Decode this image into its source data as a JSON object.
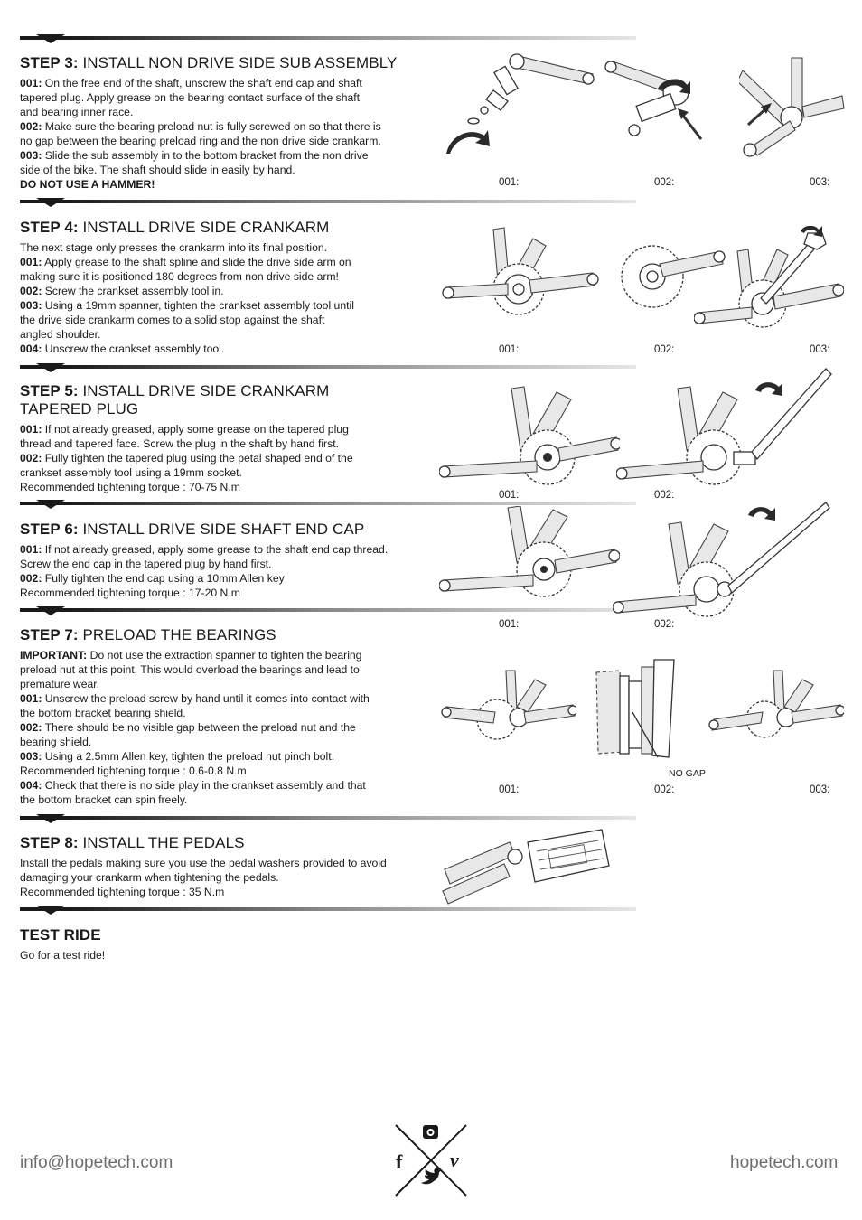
{
  "steps": {
    "s3": {
      "num": "STEP 3:",
      "title": "INSTALL NON DRIVE SIDE SUB ASSEMBLY",
      "lines": [
        {
          "b": "001:",
          "t": " On the free end of the shaft, unscrew the shaft end cap and shaft"
        },
        {
          "b": "",
          "t": "tapered plug. Apply grease on the bearing contact surface of the shaft"
        },
        {
          "b": "",
          "t": "and bearing inner race."
        },
        {
          "b": "002:",
          "t": " Make sure the bearing preload nut is fully screwed on so that there is"
        },
        {
          "b": "",
          "t": "no gap between the bearing preload ring and the non drive side crankarm."
        },
        {
          "b": "003:",
          "t": " Slide the sub assembly in to the bottom bracket from the non drive"
        },
        {
          "b": "",
          "t": "side of the bike. The shaft should slide in easily by hand."
        },
        {
          "b": "DO NOT USE A HAMMER!",
          "t": ""
        }
      ],
      "fig_labels": [
        "001:",
        "002:",
        "003:"
      ]
    },
    "s4": {
      "num": "STEP 4:",
      "title": "INSTALL DRIVE SIDE CRANKARM",
      "lines": [
        {
          "b": "",
          "t": "The next stage only presses the crankarm into its final position."
        },
        {
          "b": "001:",
          "t": " Apply grease to the shaft spline and slide the drive side arm on"
        },
        {
          "b": "",
          "t": "making sure it is positioned 180 degrees from non drive side arm!"
        },
        {
          "b": "002:",
          "t": " Screw the crankset assembly tool in."
        },
        {
          "b": "003:",
          "t": " Using a 19mm spanner, tighten the crankset assembly tool until"
        },
        {
          "b": "",
          "t": "the drive side crankarm comes to a solid stop against the shaft"
        },
        {
          "b": "",
          "t": "angled shoulder."
        },
        {
          "b": "004:",
          "t": " Unscrew the crankset assembly tool."
        }
      ],
      "fig_labels": [
        "001:",
        "002:",
        "003:"
      ]
    },
    "s5": {
      "num": "STEP 5:",
      "title": "INSTALL DRIVE SIDE CRANKARM",
      "title2": "TAPERED PLUG",
      "lines": [
        {
          "b": "001:",
          "t": " If not already greased, apply some grease on the tapered plug"
        },
        {
          "b": "",
          "t": "thread and tapered face. Screw the plug in the shaft by hand first."
        },
        {
          "b": "002:",
          "t": " Fully tighten the tapered plug using the petal shaped end of the"
        },
        {
          "b": "",
          "t": "crankset assembly tool using a 19mm socket."
        },
        {
          "b": "",
          "t": "Recommended tightening torque : 70-75 N.m"
        }
      ],
      "fig_labels": [
        "001:",
        "002:"
      ]
    },
    "s6": {
      "num": "STEP 6:",
      "title": "INSTALL DRIVE SIDE SHAFT END CAP",
      "lines": [
        {
          "b": "001:",
          "t": " If not already greased, apply some grease to the shaft end cap thread."
        },
        {
          "b": "",
          "t": "Screw the end cap in the tapered plug by hand first."
        },
        {
          "b": "002:",
          "t": " Fully tighten the end cap using a 10mm Allen key"
        },
        {
          "b": "",
          "t": "Recommended tightening torque : 17-20 N.m"
        }
      ],
      "fig_labels": [
        "001:",
        "002:"
      ]
    },
    "s7": {
      "num": "STEP 7:",
      "title": "PRELOAD THE BEARINGS",
      "lines": [
        {
          "b": "IMPORTANT:",
          "t": " Do not use the extraction spanner to tighten the bearing"
        },
        {
          "b": "",
          "t": "preload nut at this point. This would overload the bearings and lead to"
        },
        {
          "b": "",
          "t": "premature wear."
        },
        {
          "b": "001:",
          "t": " Unscrew the preload screw by hand until it comes into contact with"
        },
        {
          "b": "",
          "t": "the bottom bracket bearing shield."
        },
        {
          "b": "002:",
          "t": " There should be no visible gap between the preload nut and the"
        },
        {
          "b": "",
          "t": "bearing shield."
        },
        {
          "b": "003:",
          "t": " Using a 2.5mm Allen key, tighten the preload nut pinch bolt."
        },
        {
          "b": "",
          "t": "Recommended tightening torque : 0.6-0.8 N.m"
        },
        {
          "b": "004:",
          "t": " Check that there is no side play in the crankset assembly and that"
        },
        {
          "b": "",
          "t": "the bottom bracket can spin freely."
        }
      ],
      "fig_labels": [
        "001:",
        "002:",
        "003:"
      ],
      "callout": "NO GAP"
    },
    "s8": {
      "num": "STEP 8:",
      "title": "INSTALL THE PEDALS",
      "lines": [
        {
          "b": "",
          "t": "Install the pedals making sure you use the pedal washers provided to avoid"
        },
        {
          "b": "",
          "t": "damaging your crankarm when tightening the pedals."
        },
        {
          "b": "",
          "t": "Recommended tightening torque : 35 N.m"
        }
      ]
    },
    "test": {
      "title": "TEST RIDE",
      "lines": [
        {
          "b": "",
          "t": "Go for a test ride!"
        }
      ]
    }
  },
  "footer": {
    "email": "info@hopetech.com",
    "site": "hopetech.com",
    "social_icons": [
      "instagram-icon",
      "facebook-icon",
      "vimeo-icon",
      "twitter-icon"
    ]
  }
}
